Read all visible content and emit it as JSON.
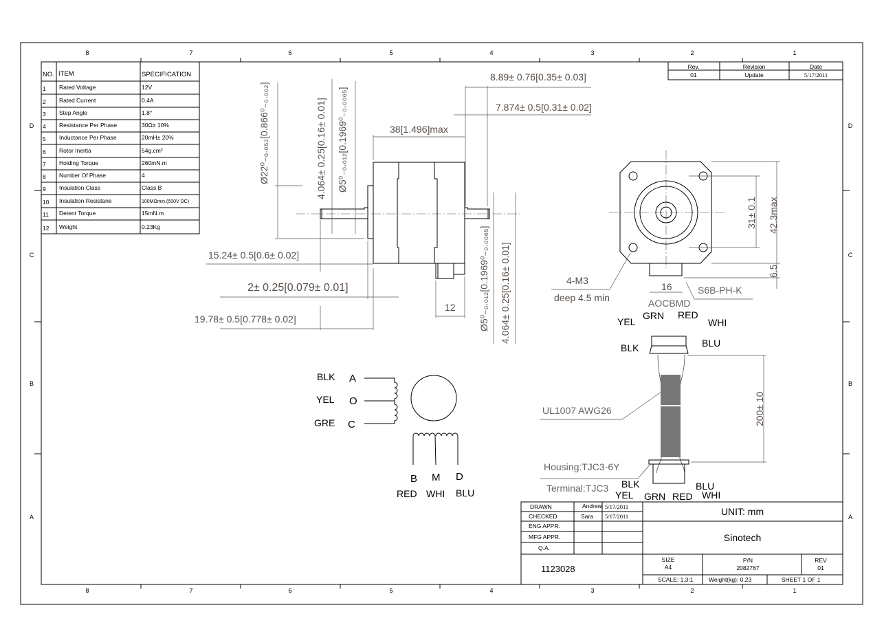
{
  "zones": {
    "columns": [
      "8",
      "7",
      "6",
      "5",
      "4",
      "3",
      "2",
      "1"
    ],
    "rows": [
      "D",
      "C",
      "B",
      "A"
    ]
  },
  "spec_table": {
    "headers": {
      "no": "NO.",
      "item": "ITEM",
      "spec": "SPECIFICATION"
    },
    "rows": [
      {
        "no": "1",
        "item": "Rated Voltage",
        "spec": "12V"
      },
      {
        "no": "2",
        "item": "Rated Current",
        "spec": "0.4A"
      },
      {
        "no": "3",
        "item": "Step Angle",
        "spec": "1.8°"
      },
      {
        "no": "4",
        "item": "Resistance Per Phase",
        "spec": "30Ω± 10%"
      },
      {
        "no": "5",
        "item": "Inductance Per Phase",
        "spec": "20mH± 20%"
      },
      {
        "no": "6",
        "item": "Rotor Inertia",
        "spec": "54g.cm²"
      },
      {
        "no": "7",
        "item": "Holding Torque",
        "spec": "260mN.m"
      },
      {
        "no": "8",
        "item": "Number Of Phase",
        "spec": "4"
      },
      {
        "no": "9",
        "item": "Insulation Class",
        "spec": "Class B"
      },
      {
        "no": "10",
        "item": "Insulation Resistane",
        "spec": "100MΩmin.(500V DC)"
      },
      {
        "no": "11",
        "item": "Detent Torque",
        "spec": "15mN.m"
      },
      {
        "no": "12",
        "item": "Weight",
        "spec": "0.23Kg"
      }
    ]
  },
  "revision_table": {
    "headers": {
      "rev": "Rev.",
      "revision": "Revision",
      "date": "Date"
    },
    "row": {
      "rev": "01",
      "revision": "Update",
      "date": "5/17/2011"
    }
  },
  "side_view": {
    "dim_shaft_ext": "8.89± 0.76[0.35± 0.03]",
    "dim_shaft_rear": "7.874± 0.5[0.31± 0.02]",
    "dim_body_len": "38[1.496]max",
    "dim_boss_dia": "Ø22⁰₋₀.₀₅₂[0.866⁰₋₀.₀₀₂]",
    "dim_flat_front": "4.064± 0.25[0.16± 0.01]",
    "dim_shaft_dia_front": "Ø5⁰₋₀.₀₁₂[0.1969⁰₋₀.₀₀₆₅]",
    "dim_shaft_len": "15.24± 0.5[0.6± 0.02]",
    "dim_boss_h": "2± 0.25[0.079± 0.01]",
    "dim_total_front": "19.78± 0.5[0.778± 0.02]",
    "dim_connector": "12",
    "dim_shaft_dia_rear": "Ø5⁰₋₀.₀₁₂[0.1969⁰₋₀.₀₀₆₅]",
    "dim_flat_rear": "4.064± 0.25[0.16± 0.01]"
  },
  "front_view": {
    "dim_hole_spacing": "31± 0.1",
    "dim_size": "42.3max",
    "dim_conn_h": "6.5",
    "dim_conn_w": "16",
    "holes_label": "4-M3",
    "holes_depth": "deep 4.5 min",
    "connector_label": "S6B-PH-K",
    "pin_order": "AOCBMD"
  },
  "cable": {
    "top_pins": {
      "yel": "YEL",
      "grn": "GRN",
      "red": "RED",
      "whi": "WHI",
      "blk": "BLK",
      "blu": "BLU"
    },
    "wire_label": "UL1007 AWG26",
    "length": "200± 10",
    "housing": "Housing:TJC3-6Y",
    "terminal": "Terminal:TJC3",
    "bottom_pins": {
      "blk": "BLK",
      "yel": "YEL",
      "grn": "GRN",
      "red": "RED",
      "blu": "BLU",
      "whi": "WHI"
    }
  },
  "wiring": {
    "phase1": [
      {
        "wire": "BLK",
        "pin": "A"
      },
      {
        "wire": "YEL",
        "pin": "O"
      },
      {
        "wire": "GRE",
        "pin": "C"
      }
    ],
    "phase2": [
      {
        "wire": "RED",
        "pin": "B"
      },
      {
        "wire": "WHI",
        "pin": "M"
      },
      {
        "wire": "BLU",
        "pin": "D"
      }
    ]
  },
  "title_block": {
    "drawn_label": "DRAWN",
    "drawn_by": "Andrew",
    "drawn_date": "5/17/2011",
    "checked_label": "CHECKED",
    "checked_by": "Sara",
    "checked_date": "5/17/2011",
    "eng_label": "ENG APPR.",
    "mfg_label": "MFG APPR.",
    "qa_label": "Q.A.",
    "unit": "UNIT:  mm",
    "company": "Sinotech",
    "drawing_no": "1123028",
    "size_label": "SIZE",
    "size": "A4",
    "pn_label": "P/N",
    "pn": "2082767",
    "rev_label": "REV",
    "rev": "01",
    "scale": "SCALE: 1.3:1",
    "weight": "Weight(kg): 0.23",
    "sheet": "SHEET 1 OF 1"
  }
}
